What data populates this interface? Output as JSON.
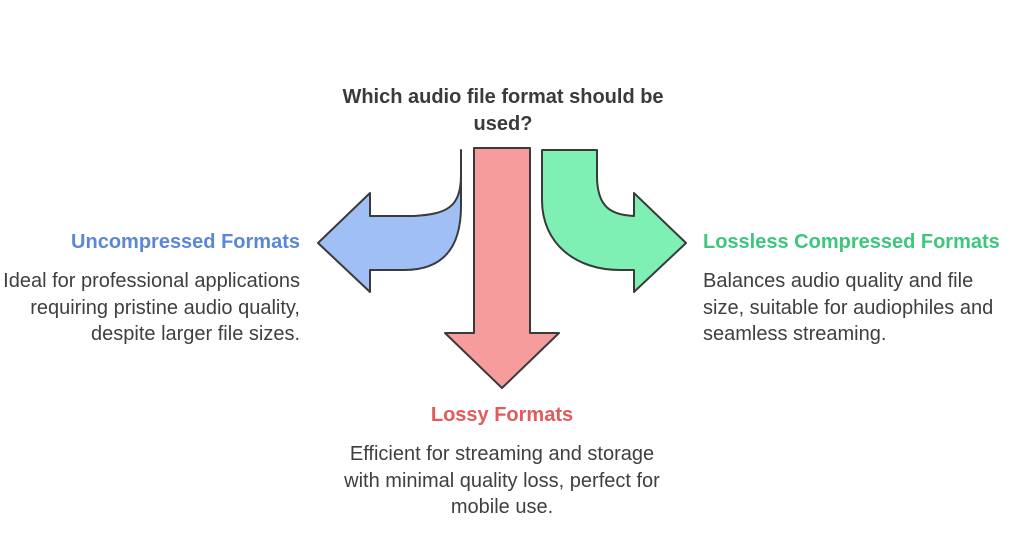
{
  "diagram": {
    "question": "Which audio file format should be used?",
    "branches": [
      {
        "title": "Uncompressed Formats",
        "description": "Ideal for professional applications requiring pristine audio quality, despite larger file sizes.",
        "color": "#5b87d6",
        "arrow_fill": "#a0bff4"
      },
      {
        "title": "Lossy Formats",
        "description": "Efficient for streaming and storage with minimal quality loss, perfect for mobile use.",
        "color": "#e25a5a",
        "arrow_fill": "#f69c9c"
      },
      {
        "title": "Lossless Compressed Formats",
        "description": "Balances audio quality and file size, suitable for audiophiles and seamless streaming.",
        "color": "#3cc77d",
        "arrow_fill": "#7ff0b4"
      }
    ]
  }
}
